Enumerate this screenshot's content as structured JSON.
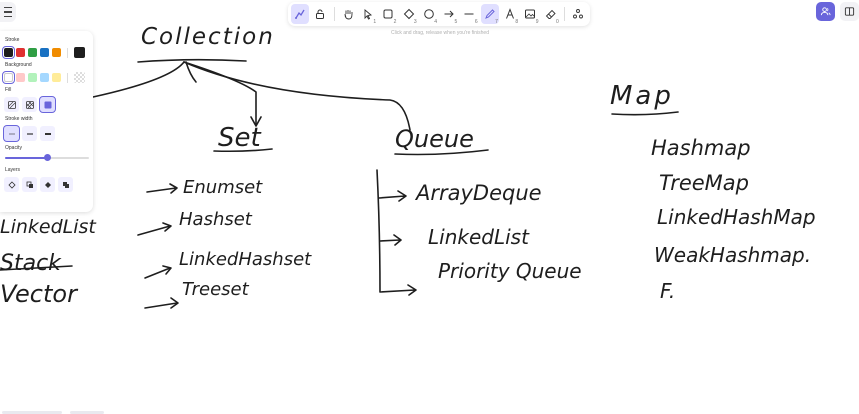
{
  "toolbar": {
    "hint": "Click and drag, release when you're finished",
    "tools": [
      {
        "icon": "keep-tool-active-icon",
        "key": "",
        "active": true
      },
      {
        "icon": "lock-icon",
        "key": ""
      },
      {
        "icon": "hand-icon",
        "key": ""
      },
      {
        "icon": "selection-icon",
        "key": "1"
      },
      {
        "icon": "rectangle-icon",
        "key": "2"
      },
      {
        "icon": "diamond-icon",
        "key": "3"
      },
      {
        "icon": "ellipse-icon",
        "key": "4"
      },
      {
        "icon": "arrow-icon",
        "key": "5"
      },
      {
        "icon": "line-icon",
        "key": "6"
      },
      {
        "icon": "draw-icon",
        "key": "7",
        "active": true
      },
      {
        "icon": "text-icon",
        "key": "8"
      },
      {
        "icon": "image-icon",
        "key": "9"
      },
      {
        "icon": "eraser-icon",
        "key": "0"
      },
      {
        "icon": "extra-tools-icon",
        "key": ""
      }
    ]
  },
  "panel": {
    "stroke_label": "Stroke",
    "stroke_colors": [
      "#1e1e1e",
      "#e03131",
      "#2f9e44",
      "#1971c2",
      "#f08c00"
    ],
    "stroke_current": "#1e1e1e",
    "background_label": "Background",
    "background_colors": [
      "#ffffff",
      "#ffc9c9",
      "#b2f2bb",
      "#a5d8ff",
      "#ffec99"
    ],
    "fill_label": "Fill",
    "stroke_width_label": "Stroke width",
    "opacity_label": "Opacity",
    "opacity_value": 0.5,
    "layers_label": "Layers"
  },
  "accent": "#6965db",
  "drawing": {
    "title": "Collection",
    "branches": [
      "Set",
      "Queue",
      "Map"
    ],
    "set_items": [
      "Enumset",
      "Hashset",
      "LinkedHashset",
      "Treeset"
    ],
    "queue_items": [
      "ArrayDeque",
      "LinkedList",
      "Priority Queue"
    ],
    "map_items": [
      "Hashmap",
      "TreeMap",
      "LinkedHashMap",
      "WeakHashmap.",
      "F."
    ],
    "list_items": [
      "LinkedList",
      "Stack",
      "Vector"
    ]
  }
}
